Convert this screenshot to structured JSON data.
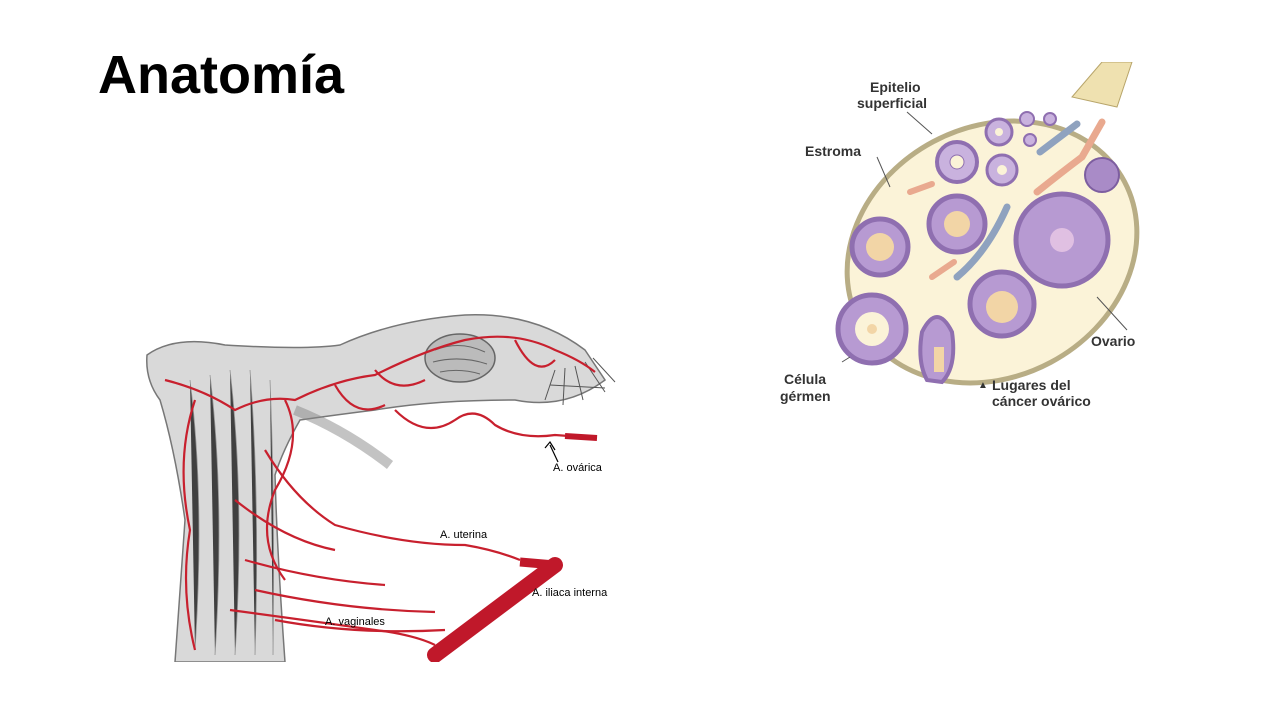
{
  "slide": {
    "title": "Anatomía"
  },
  "vascular_figure": {
    "labels": {
      "ovarian_artery": "A. ovárica",
      "uterine_artery": "A. uterina",
      "internal_iliac": "A. iliaca interna",
      "vaginal_arteries": "A. vaginales"
    }
  },
  "ovary_figure": {
    "labels": {
      "epithelium_line1": "Epitelio",
      "epithelium_line2": "superficial",
      "stroma": "Estroma",
      "ovary": "Ovario",
      "germ_cell_line1": "Célula",
      "germ_cell_line2": "gérmen",
      "cancer_sites_marker": "▲",
      "cancer_sites_line1": "Lugares del",
      "cancer_sites_line2": "cáncer ovárico"
    }
  },
  "colors": {
    "artery": "#c8202e",
    "tissue": "#8a8a8a",
    "ovary_fill": "#fbf3d8",
    "follicle": "#8f6fb0",
    "vessel_blue": "#8fa2bf",
    "vessel_pink": "#e9a98f"
  }
}
